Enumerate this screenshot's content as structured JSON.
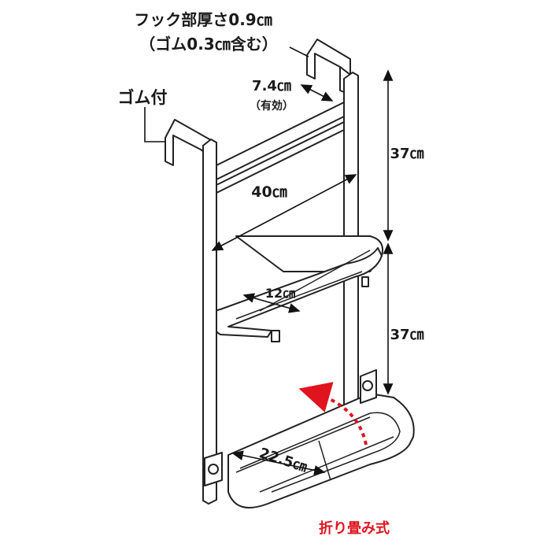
{
  "labels": {
    "hook_thickness": "フック部厚さ0.9㎝",
    "rubber_included": "（ゴム0.3㎝含む）",
    "rubber_attached": "ゴム付",
    "effective_width": "7.4㎝",
    "effective_note": "（有効）",
    "height_upper": "37㎝",
    "height_lower": "37㎝",
    "width": "40㎝",
    "shelf_depth": "12㎝",
    "bottom_depth": "22.5㎝",
    "foldable": "折り畳み式"
  },
  "colors": {
    "line": "#222222",
    "accent": "#e0141e"
  }
}
